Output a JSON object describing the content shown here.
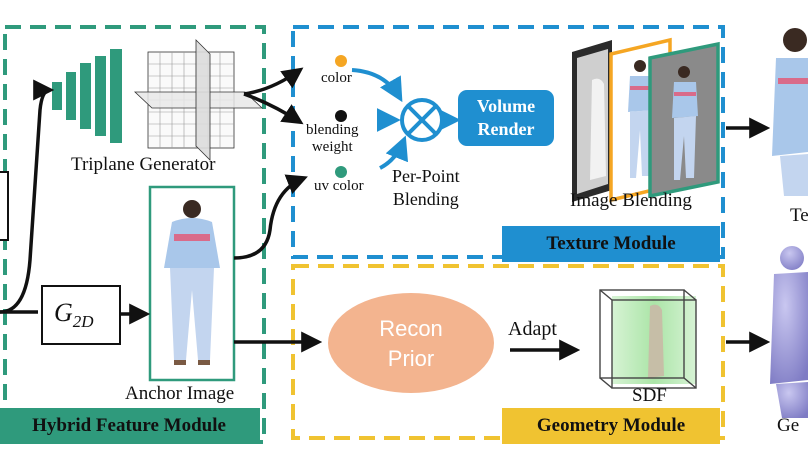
{
  "modules": {
    "hybrid": {
      "label": "Hybrid Feature Module",
      "color": "#2f9a7c"
    },
    "texture": {
      "label": "Texture Module",
      "color": "#1f8fd0"
    },
    "geometry": {
      "label": "Geometry Module",
      "color": "#f0c331"
    }
  },
  "labels": {
    "triplane_generator": "Triplane Generator",
    "anchor_image": "Anchor Image",
    "g2d_main": "G",
    "g2d_sub": "2D",
    "color": "color",
    "blending_weight_1": "blending",
    "blending_weight_2": "weight",
    "uv_color": "uv color",
    "per_point_1": "Per-Point",
    "per_point_2": "Blending",
    "volume_render_1": "Volume",
    "volume_render_2": "Render",
    "image_blending": "Image Blending",
    "recon_prior_1": "Recon",
    "recon_prior_2": "Prior",
    "adapt": "Adapt",
    "sdf": "SDF",
    "right_top_partial": "Te",
    "right_bottom_partial": "Ge"
  },
  "colors": {
    "orange_dot": "#f5a623",
    "black_dot": "#111111",
    "green_dot": "#2f9a7c",
    "recon": "#f3b48f",
    "volume_render": "#1f8fd0",
    "shirt": "#a9c7ea",
    "pants": "#c3d5ef",
    "mesh": "#9b98d6"
  }
}
